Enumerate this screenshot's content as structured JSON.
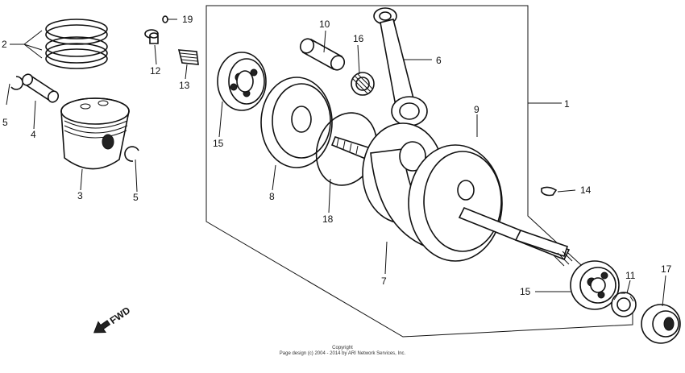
{
  "callouts": {
    "c1": "1",
    "c2": "2",
    "c3": "3",
    "c4": "4",
    "c5a": "5",
    "c5b": "5",
    "c6": "6",
    "c7": "7",
    "c8": "8",
    "c9": "9",
    "c10": "10",
    "c11": "11",
    "c12": "12",
    "c13": "13",
    "c14": "14",
    "c15a": "15",
    "c15b": "15",
    "c16": "16",
    "c17": "17",
    "c18": "18",
    "c19": "19"
  },
  "direction_label": "FWD",
  "copyright": {
    "line1": "Copyright",
    "line2": "Page design (c) 2004 - 2014 by ARI Network Services, Inc."
  }
}
